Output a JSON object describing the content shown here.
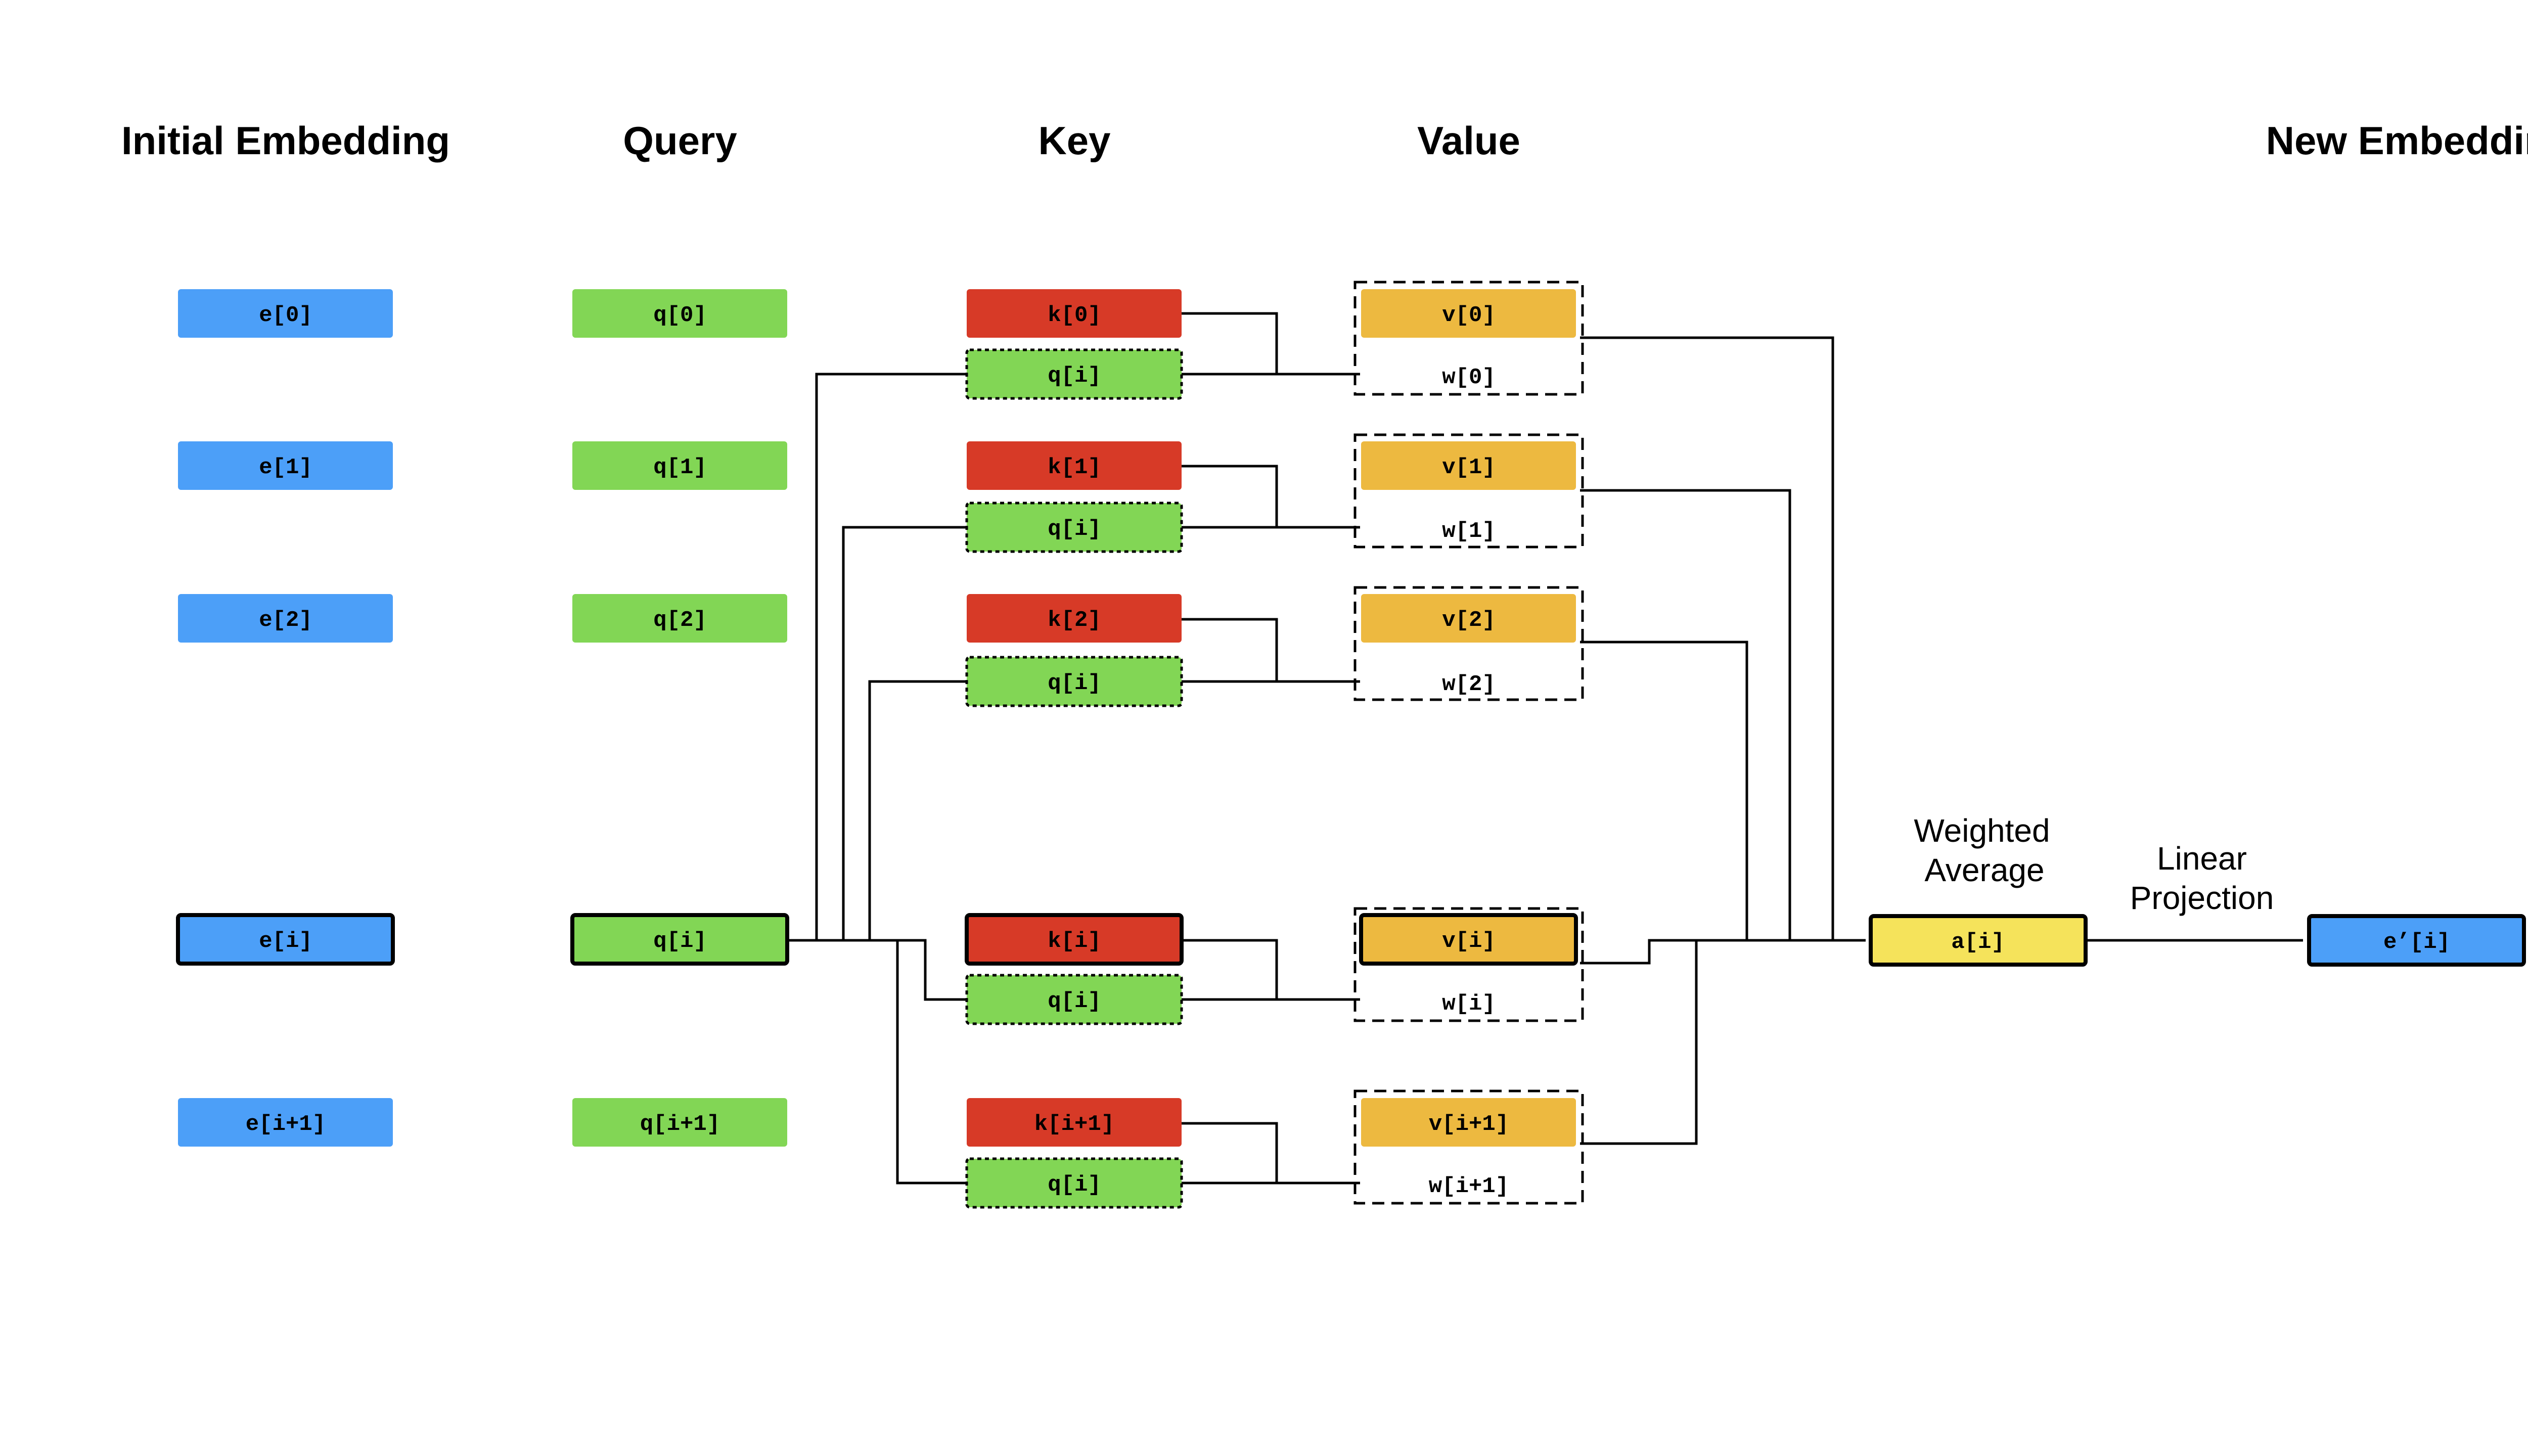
{
  "headers": {
    "initial": "Initial Embedding",
    "query": "Query",
    "key": "Key",
    "value": "Value",
    "new": "New Embedding"
  },
  "annotations": {
    "weighted_1": "Weighted",
    "weighted_2": "Average",
    "linear_1": "Linear",
    "linear_2": "Projection"
  },
  "colors": {
    "embedding": "#4c9ff8",
    "query": "#82d655",
    "key": "#d73a27",
    "value": "#edb940",
    "average": "#f5e35b"
  },
  "rows": [
    {
      "e": "e[0]",
      "q": "q[0]",
      "k": "k[0]",
      "qi": "q[i]",
      "v": "v[0]",
      "w": "w[0]"
    },
    {
      "e": "e[1]",
      "q": "q[1]",
      "k": "k[1]",
      "qi": "q[i]",
      "v": "v[1]",
      "w": "w[1]"
    },
    {
      "e": "e[2]",
      "q": "q[2]",
      "k": "k[2]",
      "qi": "q[i]",
      "v": "v[2]",
      "w": "w[2]"
    },
    {
      "e": "e[i]",
      "q": "q[i]",
      "k": "k[i]",
      "qi": "q[i]",
      "v": "v[i]",
      "w": "w[i]"
    },
    {
      "e": "e[i+1]",
      "q": "q[i+1]",
      "k": "k[i+1]",
      "qi": "q[i]",
      "v": "v[i+1]",
      "w": "w[i+1]"
    }
  ],
  "average": "a[i]",
  "output": "e’[i]"
}
